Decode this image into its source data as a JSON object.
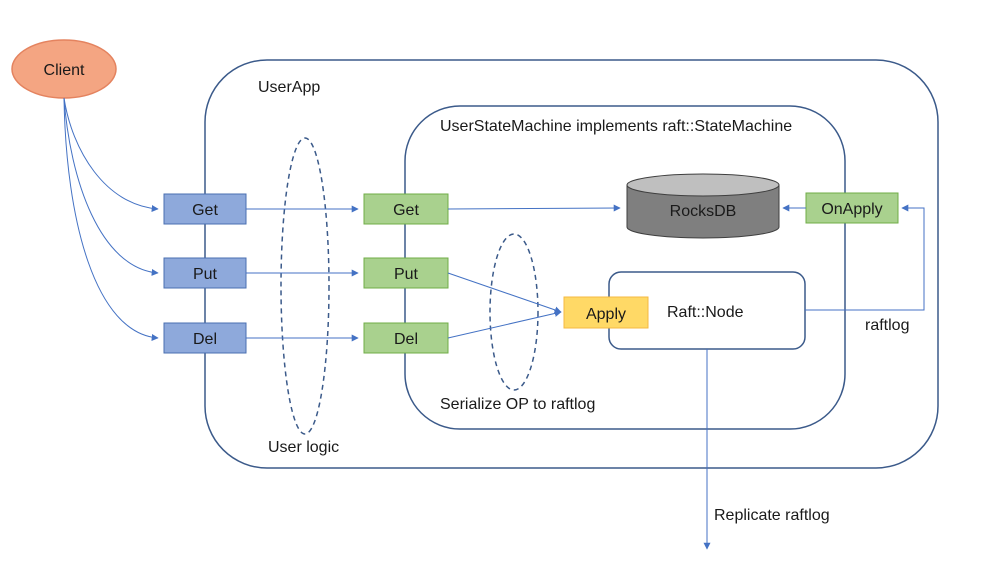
{
  "diagram": {
    "client_label": "Client",
    "userapp_label": "UserApp",
    "statemachine_label": "UserStateMachine implements raft::StateMachine",
    "user_logic_label": "User logic",
    "serialize_label": "Serialize OP to raftlog",
    "raftlog_label": "raftlog",
    "replicate_label": "Replicate raftlog",
    "raftnode_label": "Raft::Node",
    "rocksdb_label": "RocksDB",
    "onapply_label": "OnApply",
    "apply_label": "Apply",
    "userapp_ops": {
      "get": "Get",
      "put": "Put",
      "del": "Del"
    },
    "sm_ops": {
      "get": "Get",
      "put": "Put",
      "del": "Del"
    }
  },
  "colors": {
    "client_fill": "#f4a582",
    "client_stroke": "#e4835f",
    "blue_fill": "#8ea9db",
    "blue_stroke": "#4a6fb0",
    "green_fill": "#a9d18e",
    "green_stroke": "#70ad47",
    "apply_fill": "#ffd966",
    "apply_stroke": "#f4b942",
    "db_fill": "#7f7f7f",
    "db_top": "#bfbfbf",
    "line": "#4472c4",
    "frame": "#3b5a8a"
  }
}
